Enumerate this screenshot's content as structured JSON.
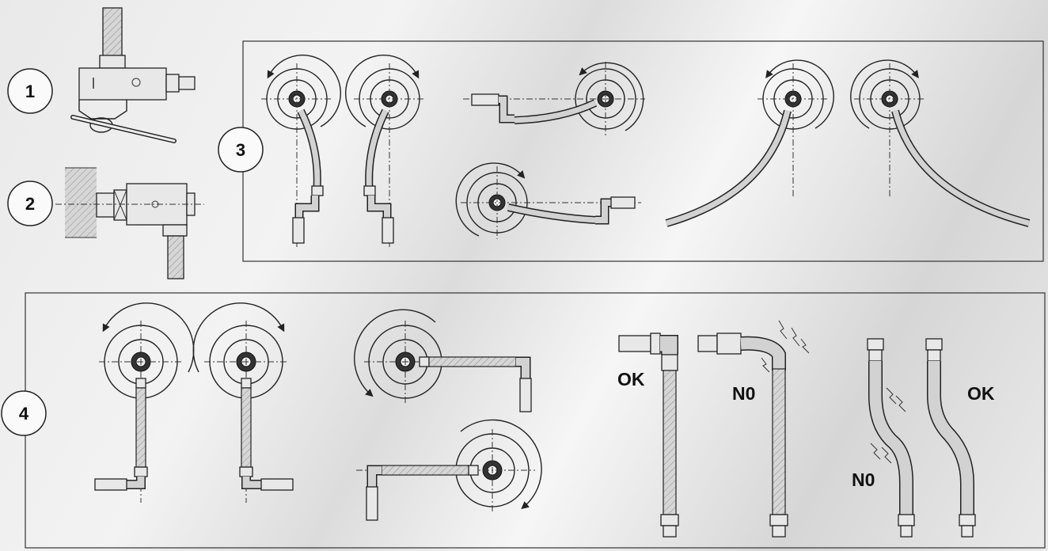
{
  "steps": {
    "step1": "1",
    "step2": "2",
    "step3": "3",
    "step4": "4"
  },
  "labels": {
    "ok_left": "OK",
    "no_left": "N0",
    "no_right": "N0",
    "ok_right": "OK"
  }
}
